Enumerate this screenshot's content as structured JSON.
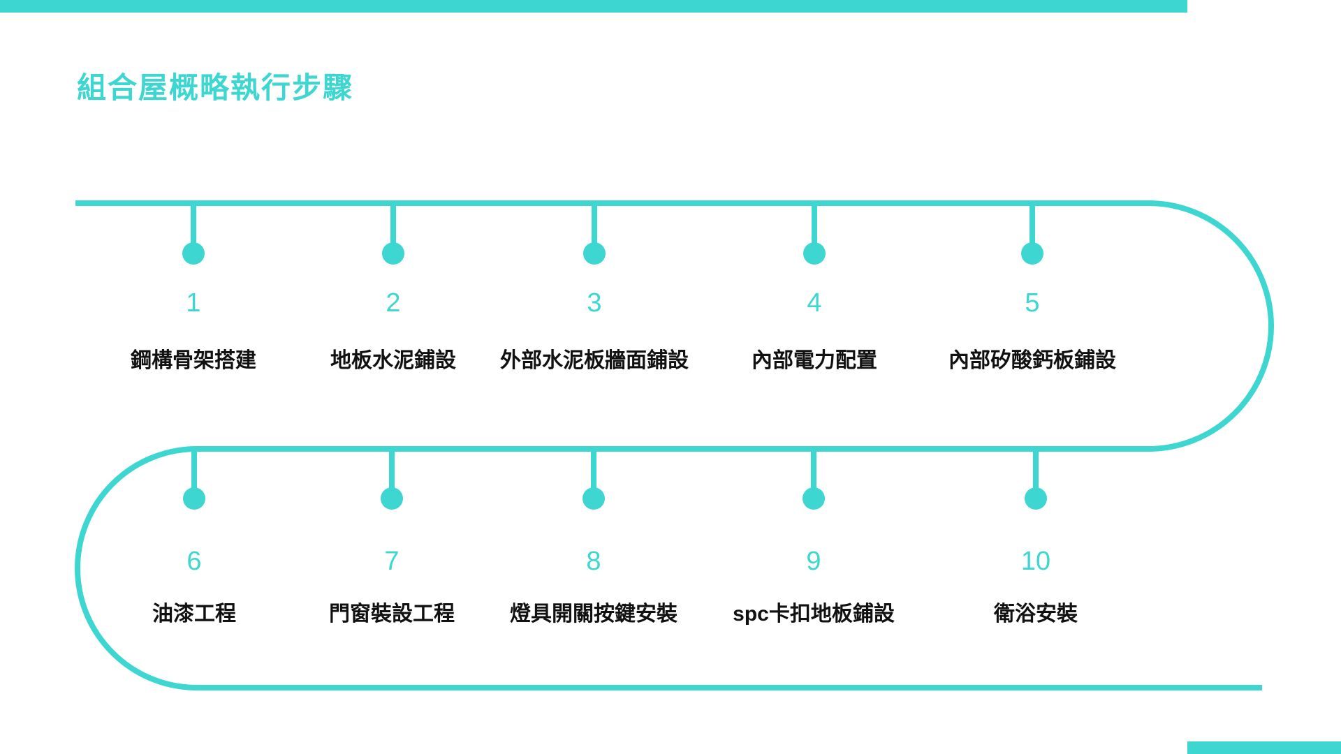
{
  "page": {
    "title": "組合屋概略執行步驟"
  },
  "theme": {
    "accent_color": "#3DD6D0",
    "label_color": "#111111",
    "background_color": "#ffffff"
  },
  "timeline": {
    "steps": [
      {
        "number": "1",
        "label": "鋼構骨架搭建"
      },
      {
        "number": "2",
        "label": "地板水泥鋪設"
      },
      {
        "number": "3",
        "label": "外部水泥板牆面鋪設"
      },
      {
        "number": "4",
        "label": "內部電力配置"
      },
      {
        "number": "5",
        "label": "內部矽酸鈣板鋪設"
      },
      {
        "number": "6",
        "label": "油漆工程"
      },
      {
        "number": "7",
        "label": "門窗裝設工程"
      },
      {
        "number": "8",
        "label": "燈具開關按鍵安裝"
      },
      {
        "number": "9",
        "label": "spc卡扣地板鋪設"
      },
      {
        "number": "10",
        "label": "衛浴安裝"
      }
    ]
  }
}
